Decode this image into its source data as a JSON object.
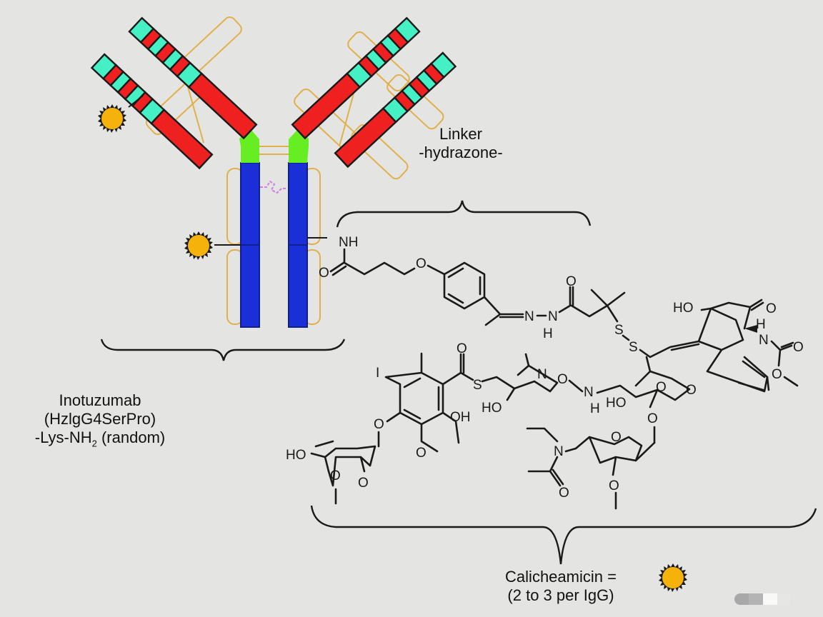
{
  "diagram": {
    "title": "Inotuzumab ozogamicin antibody-drug conjugate structure",
    "antibody": {
      "label_lines": [
        "Inotuzumab",
        "(HzlgG4SerPro)",
        "-Lys-NH",
        "2",
        " (random)"
      ],
      "heavy_chain_color": "#1a2fd8",
      "constant_arm_color": "#ee2020",
      "variable_cdr_color": "#44f0c4",
      "hinge_color": "#66ee22",
      "fold_color": "#e2b04a",
      "disulfide_color": "#d080e0"
    },
    "linker": {
      "label_line1": "Linker",
      "label_line2": "-hydrazone-",
      "atoms": [
        "NH",
        "O",
        "O",
        "N",
        "N",
        "H",
        "O",
        "S",
        "S"
      ]
    },
    "payload": {
      "label_line1": "Calicheamicin =",
      "label_line2": "(2 to 3 per IgG)",
      "symbol_color": "#f5b20a",
      "atoms": [
        "HO",
        "O",
        "H",
        "N",
        "O",
        "O",
        "I",
        "O",
        "S",
        "O",
        "O",
        "HO",
        "O",
        "N",
        "H",
        "HO",
        "O",
        "O",
        "O",
        "HO",
        "O",
        "O",
        "OH",
        "O",
        "N",
        "O",
        "O"
      ]
    }
  },
  "scrollbar": {
    "segments": [
      "#a8a8a8",
      "#b4b4b4",
      "#f8f8f6",
      "#e6e6e4"
    ]
  }
}
